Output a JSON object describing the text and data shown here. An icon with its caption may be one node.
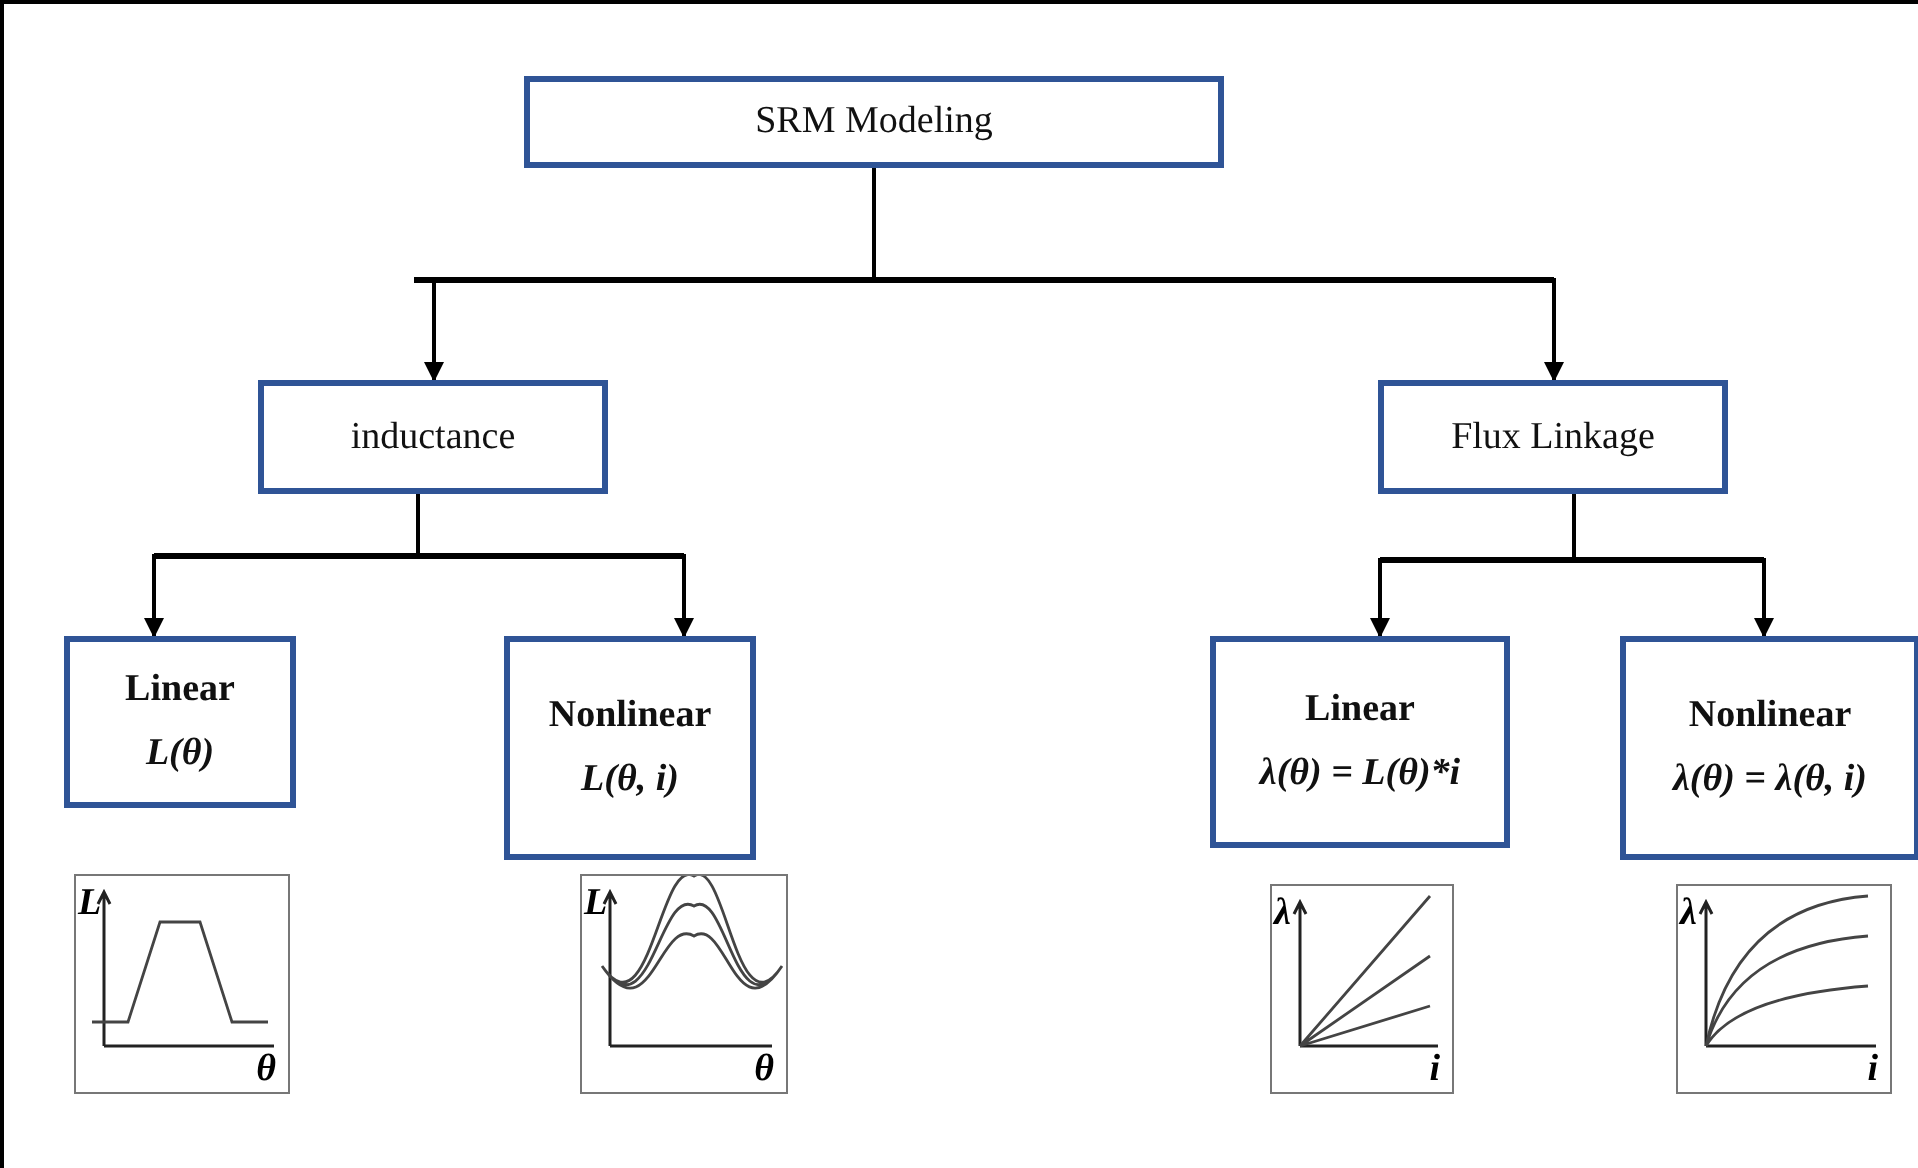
{
  "diagram": {
    "nodes": [
      {
        "text": [
          "SRM Modeling"
        ]
      },
      {
        "text": [
          "inductance"
        ]
      },
      {
        "text": [
          "Flux Linkage"
        ]
      },
      {
        "text": [
          "Linear",
          "L(θ)"
        ]
      },
      {
        "text": [
          "Nonlinear",
          "L(θ, i)"
        ]
      },
      {
        "text": [
          "Linear",
          "λ(θ) = L(θ)*i"
        ]
      },
      {
        "text": [
          "Nonlinear",
          "λ(θ) = λ(θ, i)"
        ]
      },
      {
        "text": [
          "L",
          "θ"
        ]
      },
      {
        "text": [
          "L",
          "θ"
        ]
      },
      {
        "text": [
          "λ",
          "i"
        ]
      },
      {
        "text": [
          "λ",
          "i"
        ]
      }
    ],
    "edges": [
      {
        "from": 0,
        "to": 1,
        "arrow": "to"
      },
      {
        "from": 0,
        "to": 2,
        "arrow": "to"
      },
      {
        "from": 1,
        "to": 3,
        "arrow": "to"
      },
      {
        "from": 1,
        "to": 4,
        "arrow": "to"
      },
      {
        "from": 2,
        "to": 5,
        "arrow": "to"
      },
      {
        "from": 2,
        "to": 6,
        "arrow": "to"
      }
    ]
  }
}
